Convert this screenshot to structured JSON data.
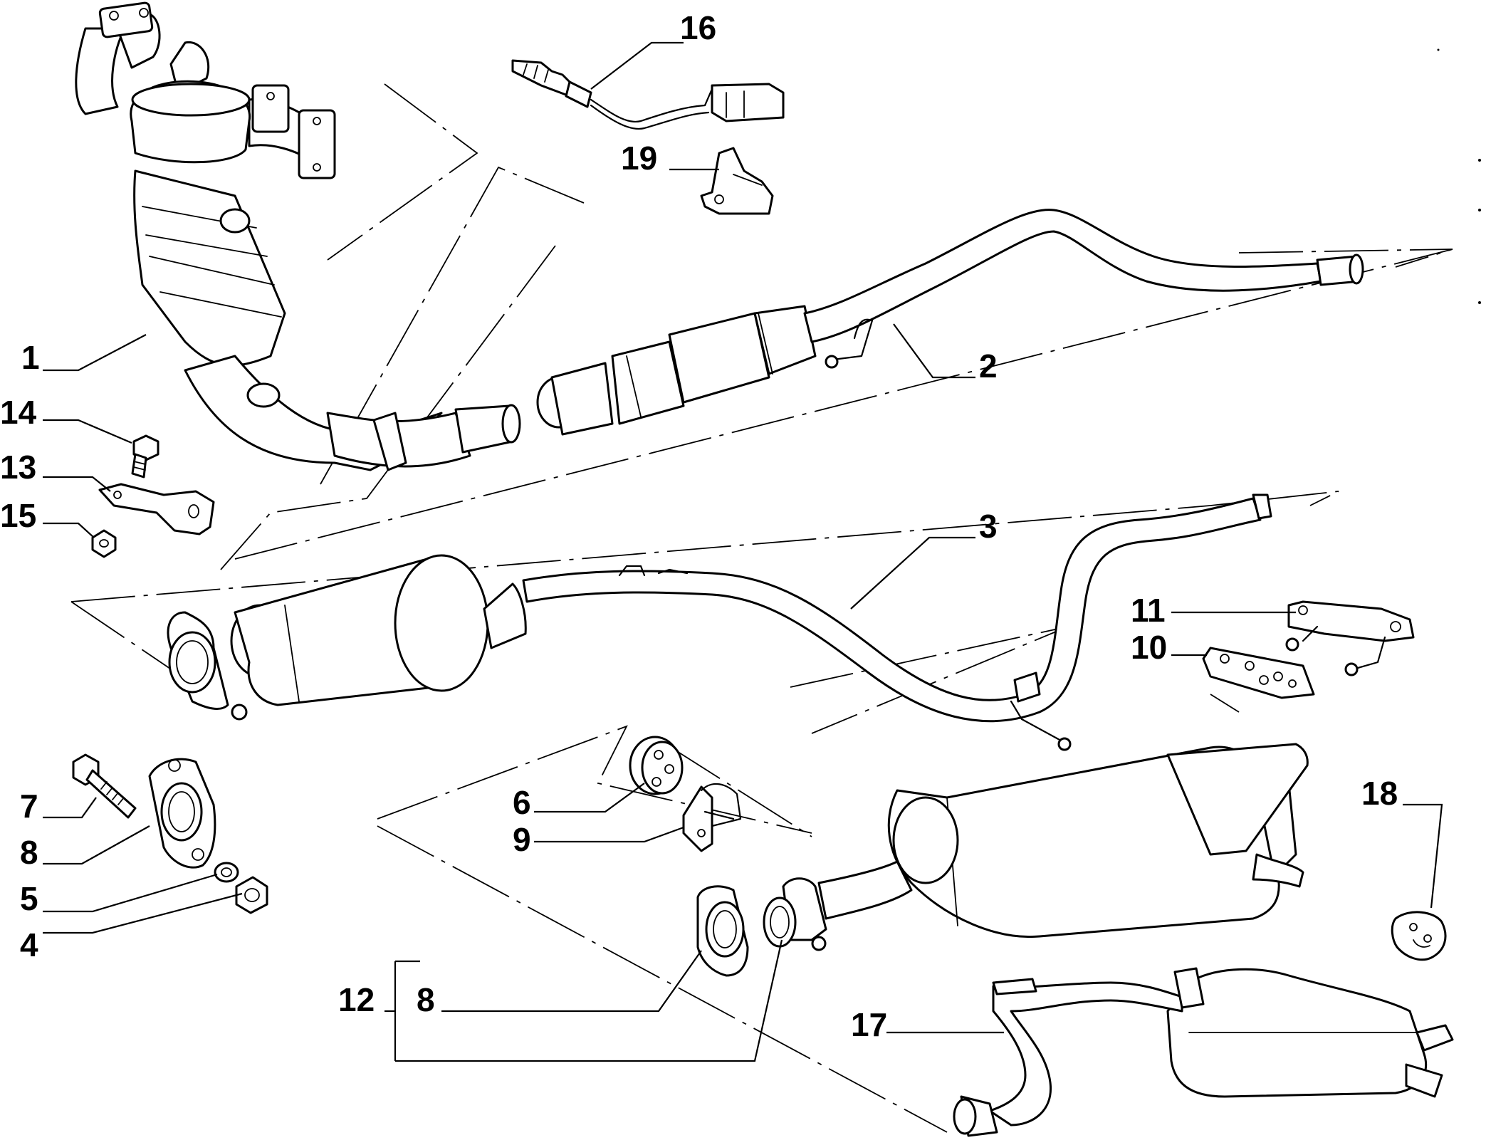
{
  "diagram": {
    "callouts": {
      "c1": "1",
      "c2": "2",
      "c3": "3",
      "c4": "4",
      "c5": "5",
      "c6": "6",
      "c7": "7",
      "c8a": "8",
      "c8b": "8",
      "c9": "9",
      "c10": "10",
      "c11": "11",
      "c12": "12",
      "c13": "13",
      "c14": "14",
      "c15": "15",
      "c16": "16",
      "c17": "17",
      "c18": "18",
      "c19": "19"
    },
    "line_color": "#000000",
    "background": "#ffffff",
    "parts": [
      "catalytic-converter-manifold",
      "front-pipe-section",
      "center-pipe-silencer",
      "nut",
      "washer",
      "rubber-mount",
      "bolt",
      "gasket",
      "bracket",
      "rubber-hanger",
      "support-bracket",
      "gasket-kit",
      "bracket-plate",
      "bolt-small",
      "nut-small",
      "oxygen-sensor",
      "rear-silencer",
      "rubber-ring",
      "sensor-bracket"
    ]
  }
}
